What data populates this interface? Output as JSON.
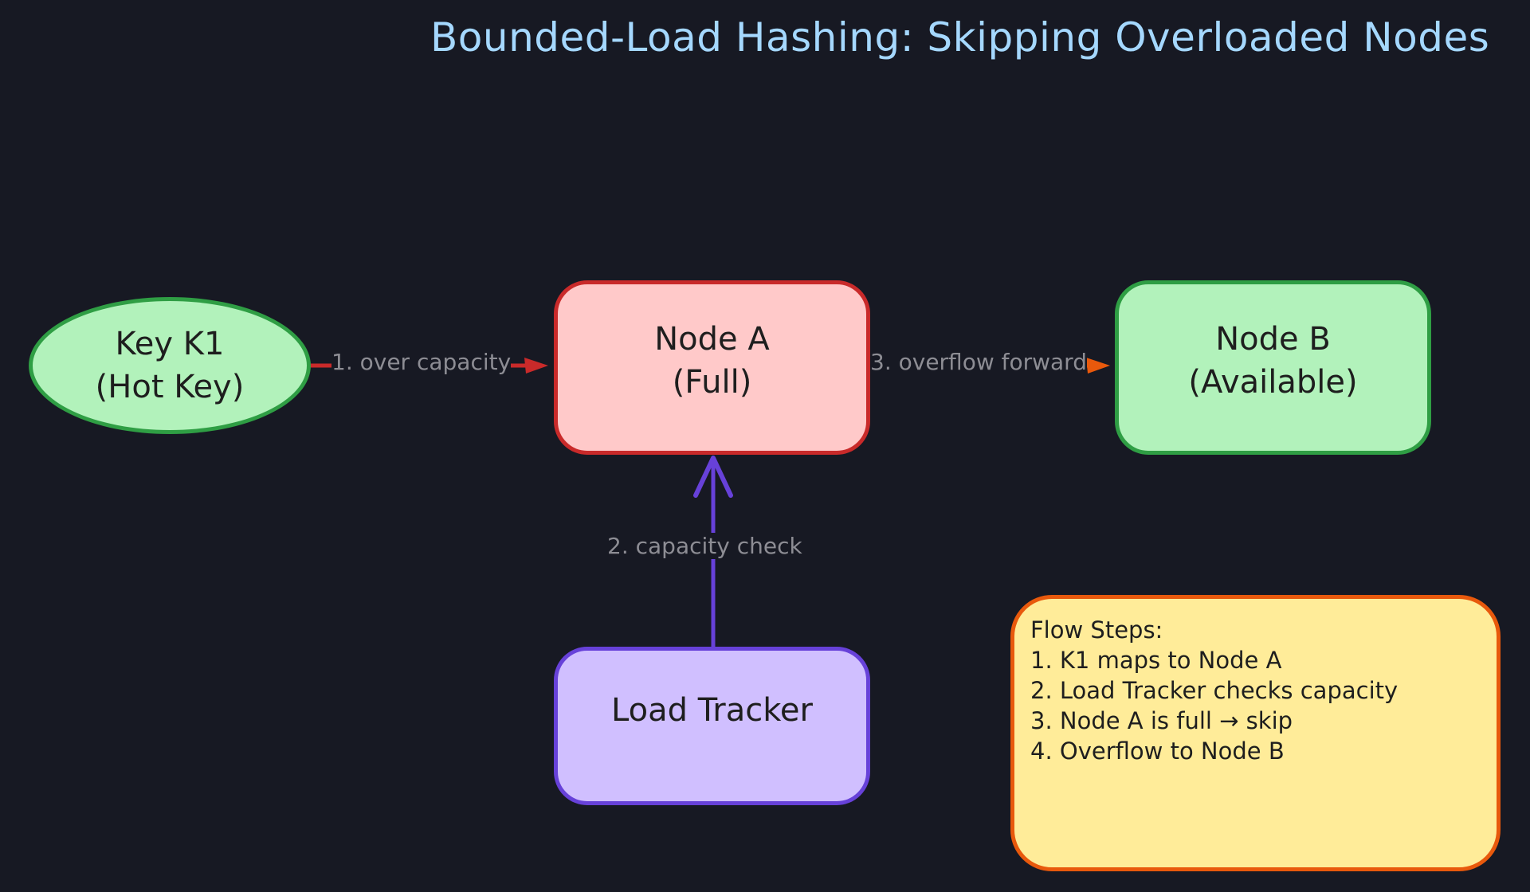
{
  "title": "Bounded-Load Hashing: Skipping Overloaded Nodes",
  "nodes": {
    "key_k1": {
      "line1": "Key K1",
      "line2": "(Hot Key)"
    },
    "node_a": {
      "line1": "Node A",
      "line2": "(Full)"
    },
    "node_b": {
      "line1": "Node B",
      "line2": "(Available)"
    },
    "load_tracker": {
      "label": "Load Tracker"
    }
  },
  "edges": {
    "over_capacity": "1. over capacity",
    "capacity_check": "2. capacity check",
    "overflow_forward": "3. overflow forward"
  },
  "note": {
    "heading": "Flow Steps:",
    "steps": [
      "1. K1 maps to Node A",
      "2. Load Tracker checks capacity",
      "3. Node A is full → skip",
      "4. Overflow to Node B"
    ]
  },
  "colors": {
    "background": "#171923",
    "title": "#a5d8ff",
    "green_fill": "#b2f2bb",
    "green_stroke": "#2f9e44",
    "red_fill": "#ffc9c9",
    "red_stroke": "#c92a2a",
    "purple_fill": "#d0bfff",
    "purple_stroke": "#6741d9",
    "yellow_fill": "#ffec99",
    "orange_stroke": "#e8590c"
  }
}
